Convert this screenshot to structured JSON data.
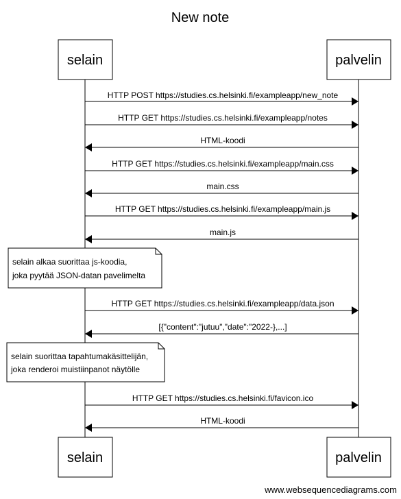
{
  "diagram": {
    "title": "New note",
    "actors": [
      {
        "id": "selain",
        "label": "selain"
      },
      {
        "id": "palvelin",
        "label": "palvelin"
      }
    ],
    "messages": [
      {
        "from": "selain",
        "to": "palvelin",
        "label": "HTTP POST https://studies.cs.helsinki.fi/exampleapp/new_note"
      },
      {
        "from": "selain",
        "to": "palvelin",
        "label": "HTTP GET https://studies.cs.helsinki.fi/exampleapp/notes"
      },
      {
        "from": "palvelin",
        "to": "selain",
        "label": "HTML-koodi"
      },
      {
        "from": "selain",
        "to": "palvelin",
        "label": "HTTP GET https://studies.cs.helsinki.fi/exampleapp/main.css"
      },
      {
        "from": "palvelin",
        "to": "selain",
        "label": "main.css"
      },
      {
        "from": "selain",
        "to": "palvelin",
        "label": "HTTP GET https://studies.cs.helsinki.fi/exampleapp/main.js"
      },
      {
        "from": "palvelin",
        "to": "selain",
        "label": "main.js"
      },
      {
        "from": "selain",
        "to": "palvelin",
        "label": "HTTP GET https://studies.cs.helsinki.fi/exampleapp/data.json"
      },
      {
        "from": "palvelin",
        "to": "selain",
        "label": "[{\"content\":\"jutuu\",\"date\":\"2022-},...]"
      },
      {
        "from": "selain",
        "to": "palvelin",
        "label": "HTTP GET https://studies.cs.helsinki.fi/favicon.ico"
      },
      {
        "from": "palvelin",
        "to": "selain",
        "label": "HTML-koodi"
      }
    ],
    "notes": [
      {
        "over": "selain",
        "lines": [
          "selain alkaa suorittaa js-koodia,",
          "joka pyytää JSON-datan pavelimelta"
        ]
      },
      {
        "over": "selain",
        "lines": [
          "selain suorittaa tapahtumakäsittelijän,",
          "joka renderoi muistiinpanot näytölle"
        ]
      }
    ]
  },
  "footer": {
    "watermark": "www.websequencediagrams.com"
  }
}
